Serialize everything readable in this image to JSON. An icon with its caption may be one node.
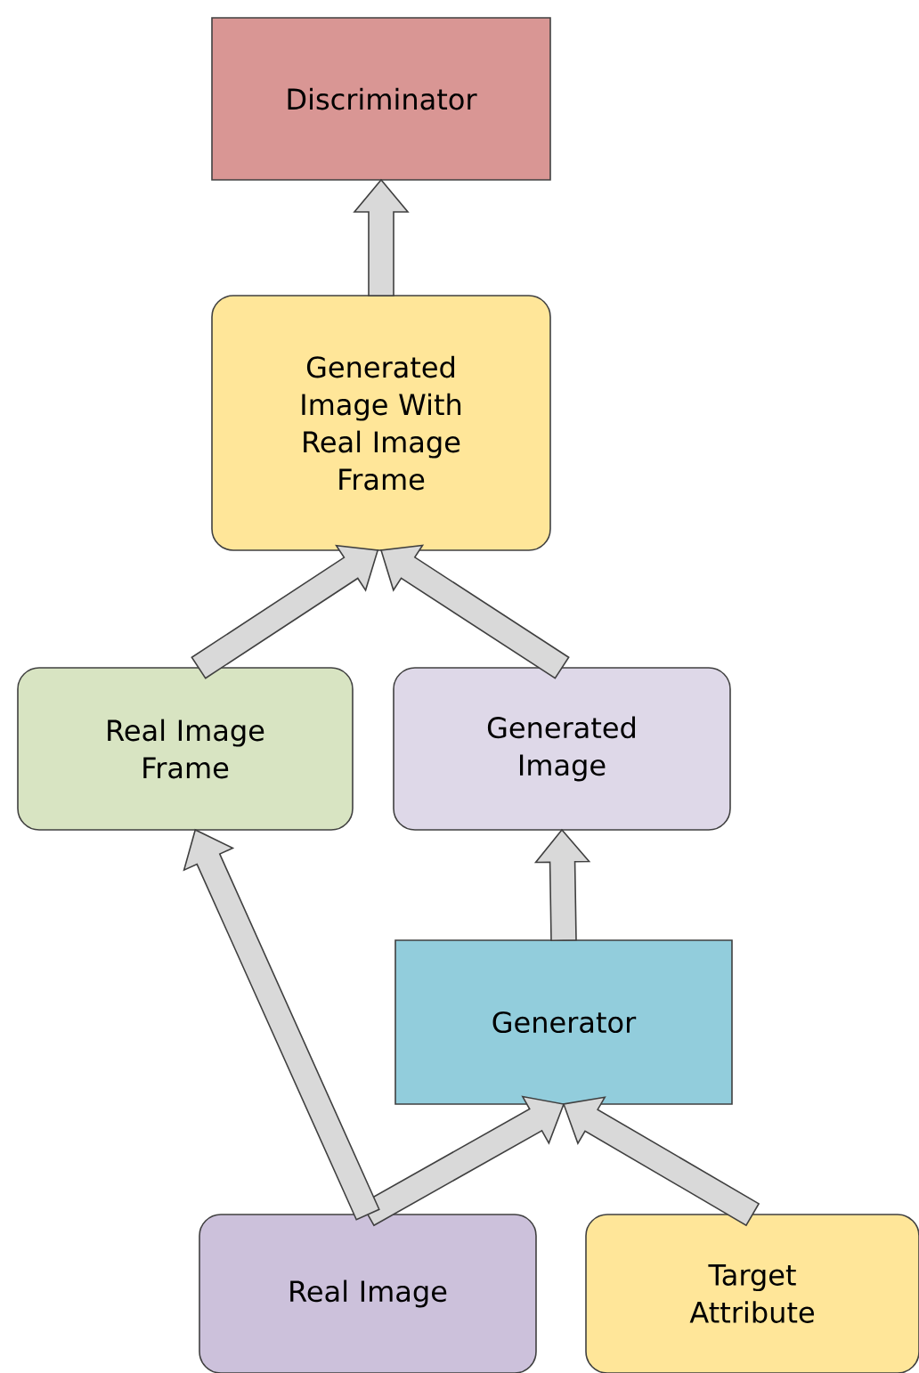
{
  "diagram": {
    "nodes": [
      {
        "text": [
          "Discriminator"
        ]
      },
      {
        "text": [
          "Generated Image With Real Image Frame"
        ]
      },
      {
        "text": [
          "Real Image Frame"
        ]
      },
      {
        "text": [
          "Generated Image"
        ]
      },
      {
        "text": [
          "Generator"
        ]
      },
      {
        "text": [
          "Real Image"
        ]
      },
      {
        "text": [
          "Target Attribute"
        ]
      }
    ],
    "edges": [
      {
        "from": 1,
        "to": 0,
        "arrow": "to"
      },
      {
        "from": 2,
        "to": 1,
        "arrow": "to"
      },
      {
        "from": 3,
        "to": 1,
        "arrow": "to"
      },
      {
        "from": 4,
        "to": 3,
        "arrow": "to"
      },
      {
        "from": 5,
        "to": 4,
        "arrow": "to"
      },
      {
        "from": 6,
        "to": 4,
        "arrow": "to"
      },
      {
        "from": 5,
        "to": 2,
        "arrow": "to"
      }
    ]
  }
}
